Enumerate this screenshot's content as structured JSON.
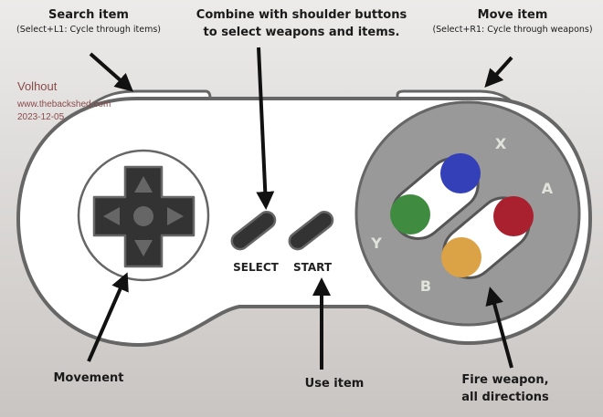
{
  "labels": {
    "search": {
      "title": "Search item",
      "sub": "(Select+L1: Cycle through items)"
    },
    "combine": {
      "line1": "Combine with shoulder buttons",
      "line2": "to select weapons and items."
    },
    "move": {
      "title": "Move item",
      "sub": "(Select+R1: Cycle through weapons)"
    },
    "movement": "Movement",
    "use": "Use item",
    "fire": {
      "line1": "Fire weapon,",
      "line2": "all directions"
    }
  },
  "credit": {
    "author": "Volhout",
    "site": "www.thebackshed.com",
    "date": "2023-12-05"
  },
  "controller": {
    "select_label": "SELECT",
    "start_label": "START",
    "buttons": [
      {
        "letter": "X",
        "color": "#3340b8"
      },
      {
        "letter": "Y",
        "color": "#3f8c41"
      },
      {
        "letter": "A",
        "color": "#a9212e"
      },
      {
        "letter": "B",
        "color": "#dca246"
      }
    ]
  }
}
